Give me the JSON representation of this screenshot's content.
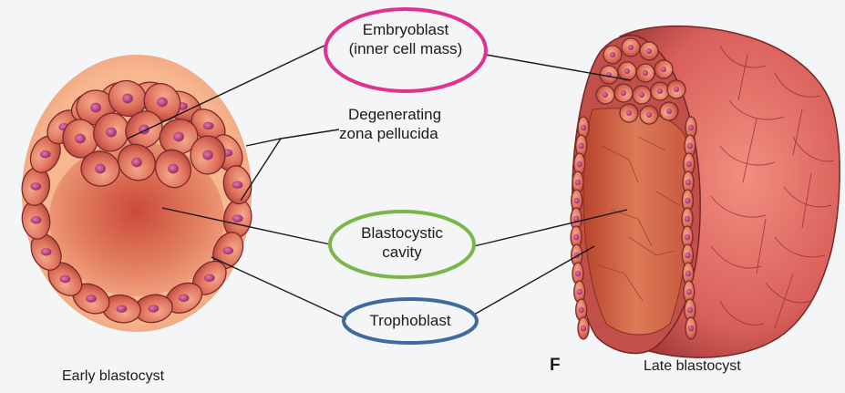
{
  "labels": {
    "embryoblast": "Embryoblast",
    "embryoblast_sub": "(inner cell mass)",
    "zona_line1": "Degenerating",
    "zona_line2": "zona pellucida",
    "cavity_line1": "Blastocystic",
    "cavity_line2": "cavity",
    "trophoblast": "Trophoblast",
    "early": "Early blastocyst",
    "late": "Late blastocyst",
    "panel": "F"
  },
  "highlight_colors": {
    "embryoblast": "#e0338f",
    "cavity": "#7ab648",
    "trophoblast": "#3f6aa0"
  },
  "figure_colors": {
    "zona": "#f0a07a",
    "cell": "#d9665c",
    "cell_edge": "#7a2a28",
    "nucleus": "#c23a7a",
    "cavity_center": "#cc4a3a",
    "cavity_edge": "#f3a784",
    "late_outer": "#d55a55",
    "late_shadow": "#8e2a2a"
  }
}
